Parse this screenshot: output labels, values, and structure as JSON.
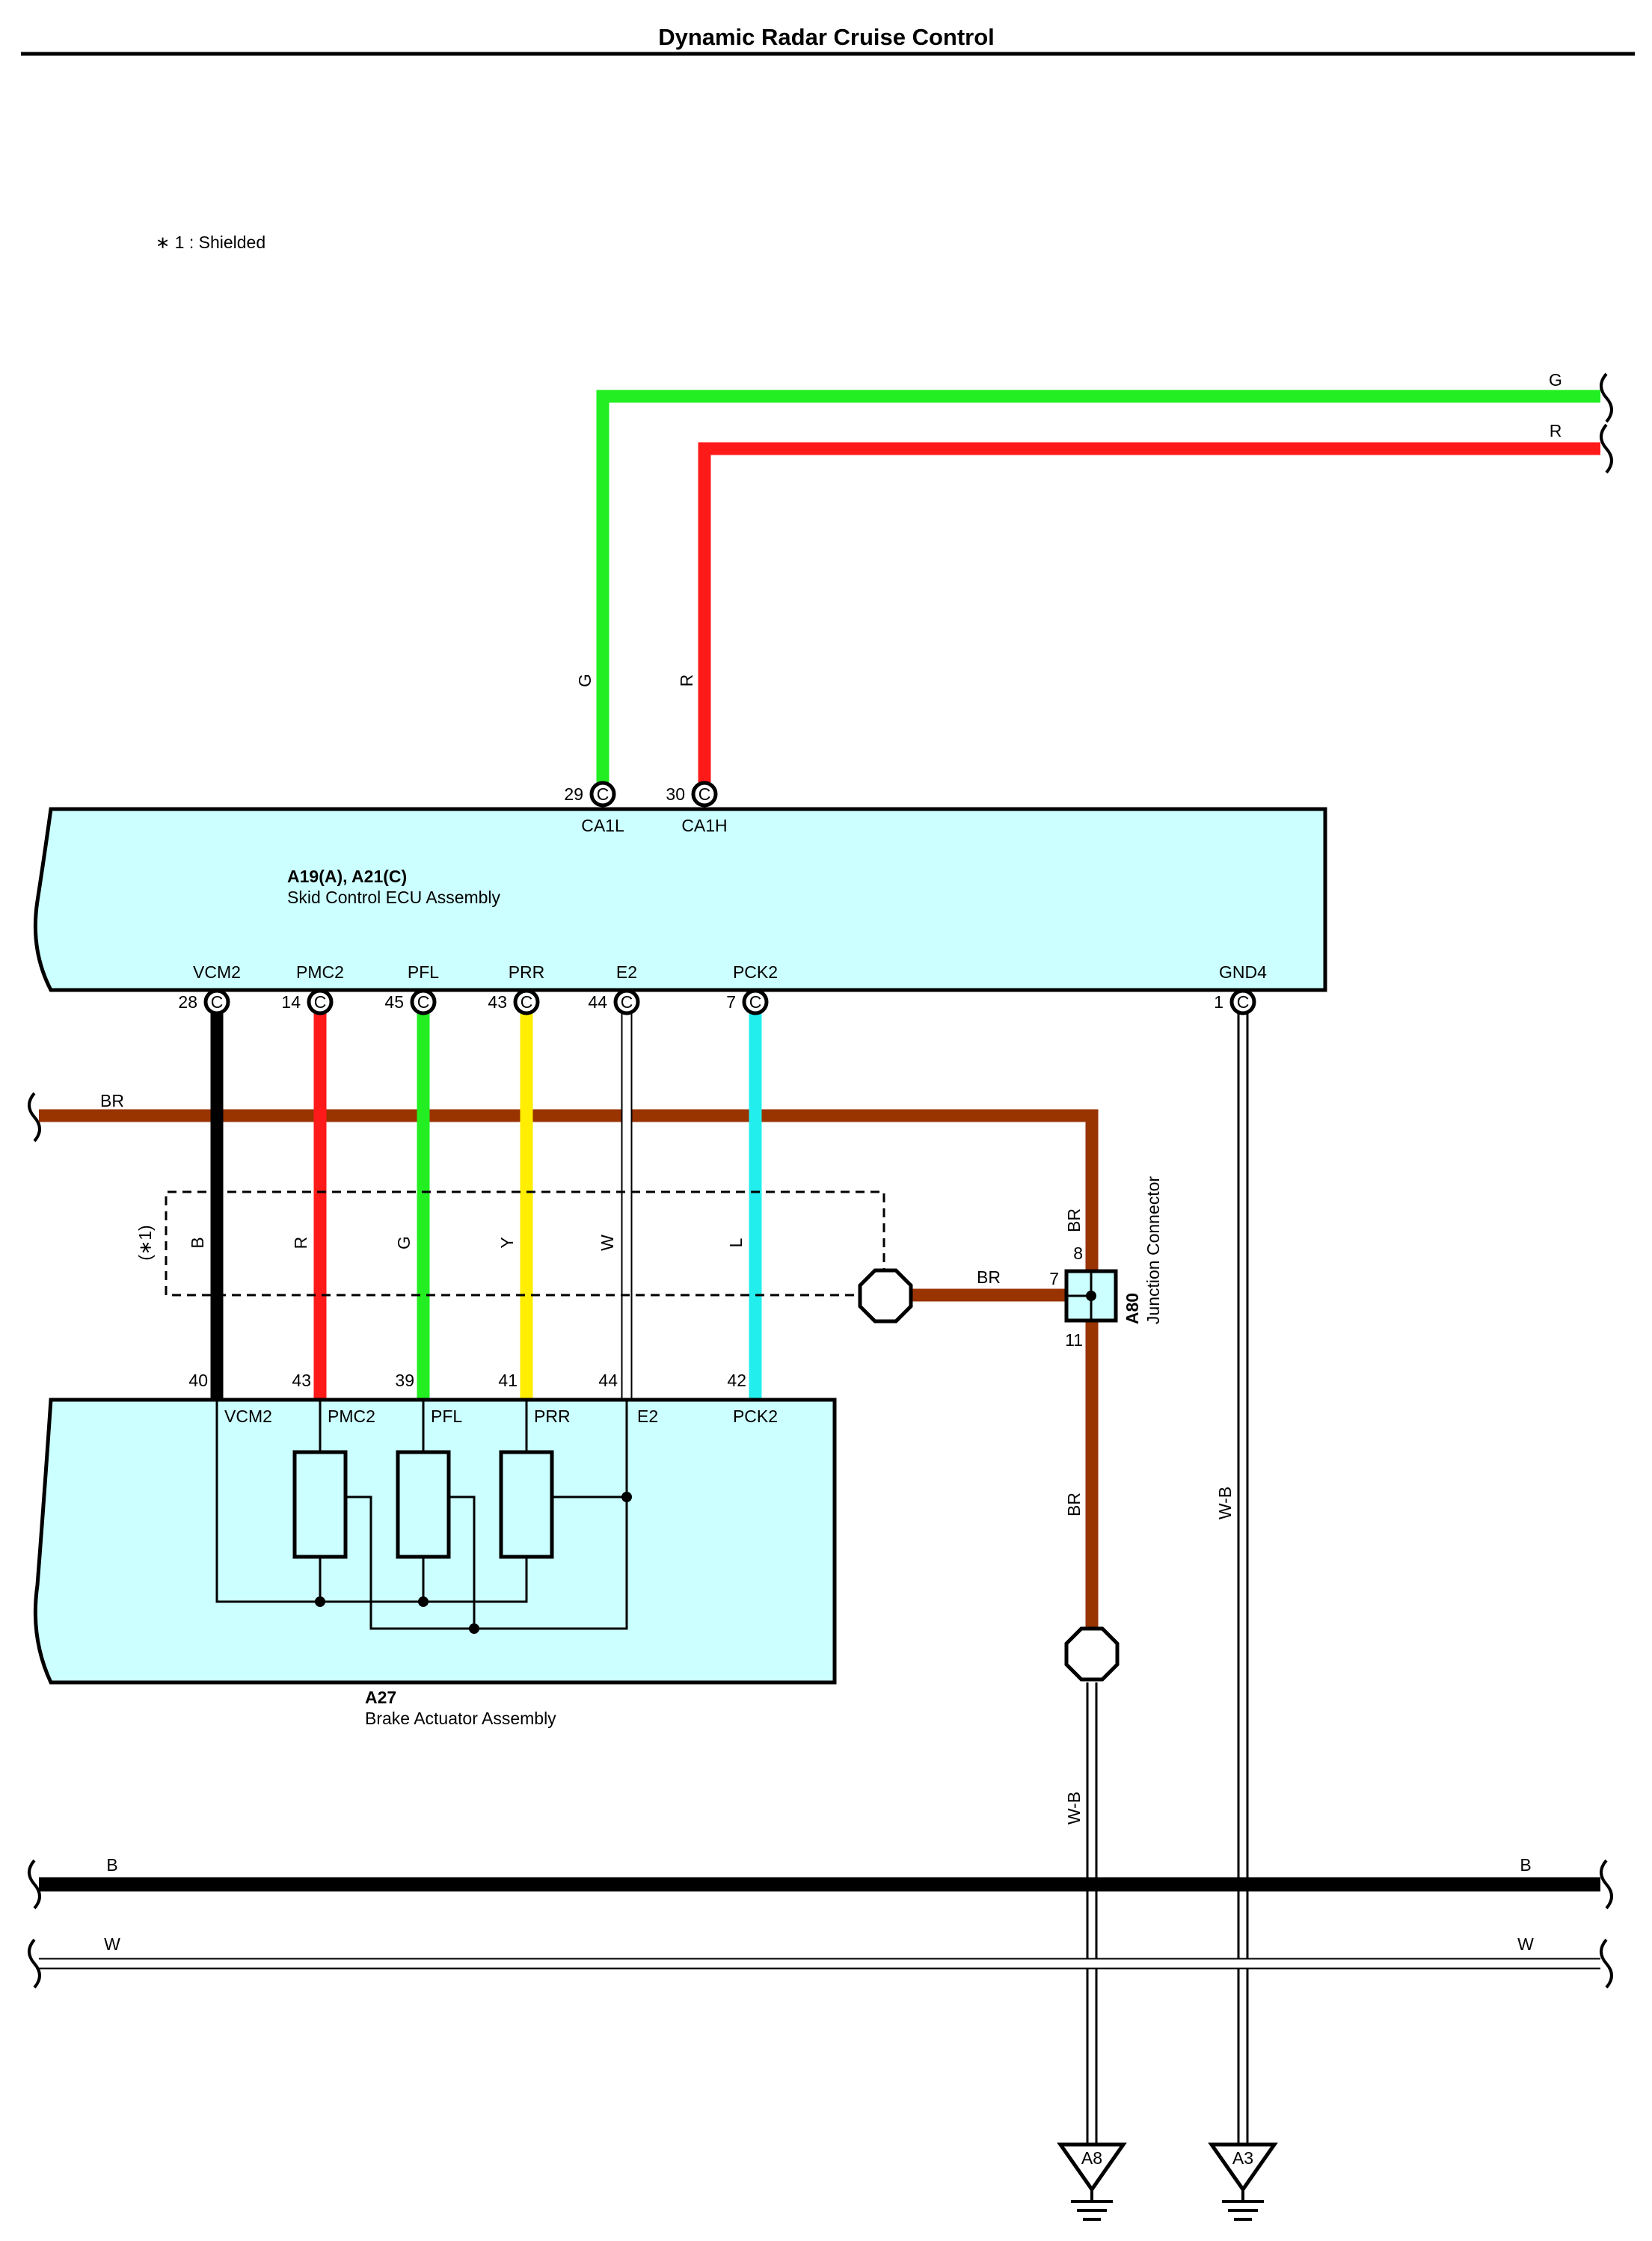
{
  "title": "Dynamic Radar Cruise Control",
  "note": "∗ 1 : Shielded",
  "shield_label": "(∗1)",
  "colors": {
    "G": "#22ee22",
    "R": "#ff1a1a",
    "B": "#000000",
    "Y": "#ffee00",
    "W": "#ffffff",
    "L": "#22eeee",
    "BR": "#993300",
    "component_fill": "#ccffff"
  },
  "ecu": {
    "code": "A19(A), A21(C)",
    "name": "Skid Control ECU Assembly",
    "top_pins": [
      {
        "signal": "CA1L",
        "pin": "29",
        "connector": "C",
        "wire": "G"
      },
      {
        "signal": "CA1H",
        "pin": "30",
        "connector": "C",
        "wire": "R"
      }
    ],
    "bottom_pins": [
      {
        "signal": "VCM2",
        "pin": "28",
        "connector": "C",
        "wire": "B"
      },
      {
        "signal": "PMC2",
        "pin": "14",
        "connector": "C",
        "wire": "R"
      },
      {
        "signal": "PFL",
        "pin": "45",
        "connector": "C",
        "wire": "G"
      },
      {
        "signal": "PRR",
        "pin": "43",
        "connector": "C",
        "wire": "Y"
      },
      {
        "signal": "E2",
        "pin": "44",
        "connector": "C",
        "wire": "W"
      },
      {
        "signal": "PCK2",
        "pin": "7",
        "connector": "C",
        "wire": "L"
      },
      {
        "signal": "GND4",
        "pin": "1",
        "connector": "C",
        "wire": "W-B"
      }
    ]
  },
  "actuator": {
    "code": "A27",
    "name": "Brake Actuator Assembly",
    "pins": [
      {
        "signal": "VCM2",
        "pin": "40"
      },
      {
        "signal": "PMC2",
        "pin": "43"
      },
      {
        "signal": "PFL",
        "pin": "39"
      },
      {
        "signal": "PRR",
        "pin": "41"
      },
      {
        "signal": "E2",
        "pin": "44"
      },
      {
        "signal": "PCK2",
        "pin": "42"
      }
    ]
  },
  "junction": {
    "code": "A80",
    "name": "Junction Connector",
    "pins": [
      "8",
      "7",
      "11"
    ]
  },
  "grounds": [
    "A8",
    "A3"
  ],
  "bus_wires": [
    "G",
    "R",
    "BR",
    "B",
    "W"
  ],
  "drain_wires": [
    "BR",
    "BR",
    "W-B",
    "W-B"
  ]
}
